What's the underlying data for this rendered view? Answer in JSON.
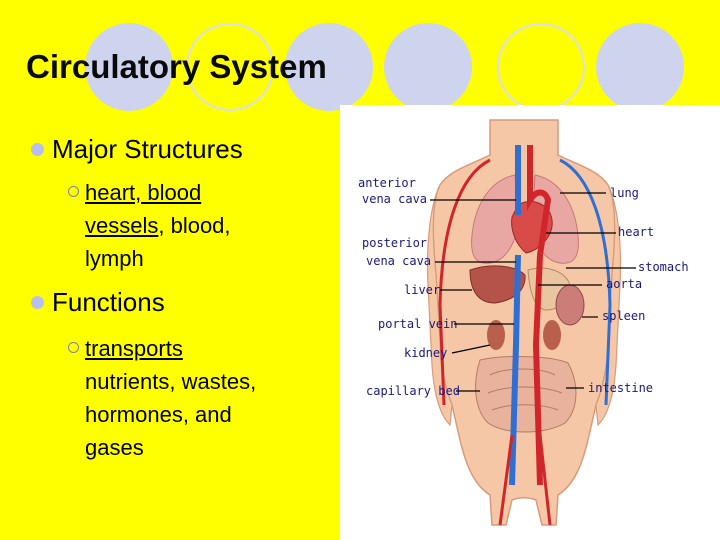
{
  "slide": {
    "title": "Circulatory System",
    "bullets": [
      {
        "label": "Major Structures",
        "sub": {
          "link_line1": "heart, blood",
          "link_line2": "vessels",
          "rest_line2": ", blood,",
          "line3": "lymph"
        }
      },
      {
        "label": "Functions",
        "sub": {
          "link": "transports",
          "line2": "nutrients, wastes,",
          "line3": "hormones, and",
          "line4": "gases"
        }
      }
    ]
  },
  "figure": {
    "left_labels": {
      "anterior_1": "anterior",
      "anterior_2": "vena cava",
      "posterior_1": "posterior",
      "posterior_2": "vena cava",
      "liver": "liver",
      "portal_vein": "portal vein",
      "kidney": "kidney",
      "capillary_bed": "capillary bed"
    },
    "right_labels": {
      "lung": "lung",
      "heart": "heart",
      "stomach": "stomach",
      "aorta": "aorta",
      "spleen": "spleen",
      "intestine": "intestine"
    }
  },
  "colors": {
    "background": "#ffff00",
    "accent_circle": "#cfd4ee",
    "label_text": "#1a1a7a",
    "artery": "#d0262a",
    "vein": "#2f6fd1",
    "skin": "#f5c7a6"
  }
}
